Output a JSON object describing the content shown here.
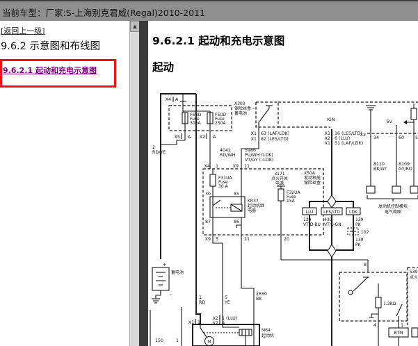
{
  "topbar": {
    "title": "当前车型：厂家:S-上海别克君威(Regal)2010-2011"
  },
  "sidebar": {
    "back_link": "[返回上一级]",
    "section": "9.6.2 示意图和布线图",
    "active": "9.6.2.1 起动和充电示意图"
  },
  "main": {
    "title": "9.6.2.1  起动和充电示意图",
    "subtitle": "起动"
  },
  "icons": {
    "scroll_up": "▲"
  },
  "colors": {
    "topbar_bg": "#8f8f8f",
    "highlight_red": "#ee1111",
    "link_purple": "#800080",
    "divider": "#3a3a3a"
  },
  "diagram": {
    "labels": {
      "pin_x4": "X4",
      "pin_x4_a": "A",
      "f6ud_1": "F6UD",
      "f6ud_2": "Fuse",
      "f6ud_3": "300A",
      "f5ud_1": "F5UD",
      "f5ud_2": "Fuse",
      "f5ud_3": "250A",
      "pin_x5": "X5",
      "pin_x5_a": "A",
      "pin_x2": "X2",
      "pin_x2_a": "A",
      "x300_1": "X300",
      "x300_2": "保险丝盒 –",
      "x300_3": "蓄电池",
      "w2_1": "2",
      "w2_2": "RD/YE",
      "w4042_1": "4042",
      "w4042_2": "RD/WH",
      "w5986_1": "5986",
      "w5986_2": "PU/WH (LDK)",
      "w5986_3": "VT/GY (–LDK)",
      "ignpin_c1": "X1",
      "ignpin_v1": "63 (LAF/LDK)",
      "ignpin_c2": "X1",
      "ignpin_v2": "82 (LE5/LTD)",
      "ign": "IGN",
      "ecmpin_c1": "X1",
      "ecmpin_v1": "16 (LE5/LTD)",
      "ecmpin_c2": "X2",
      "ecmpin_v2": "6 (LLU)",
      "ecmpin_c3": "X1",
      "ecmpin_v3": "51 (LAF/LDK)",
      "pin_x2b": "X2",
      "v5": "5V",
      "p34": "34",
      "p60": "60",
      "p5r": "5",
      "w8110_1": "8110",
      "w8110_2": "BK/GY",
      "w8109_1": "8109",
      "w8109_2": "GY/RD",
      "ecm_1": "发动机控制模块",
      "ecm_2": "电气简图",
      "x50a_1": "X50A",
      "x50a_2": "发动机舱",
      "x50a_3": "保险丝盒",
      "pin_x4b": "X4",
      "pin_1a": "1",
      "pin_x9a": "X9",
      "pin_11": "11",
      "f31_1": "F31UA",
      "f31_2": "Fuse",
      "f31_3": "30 A",
      "p30": "30",
      "p85": "85",
      "p87": "87",
      "p86": "86",
      "kr37_1": "KR37",
      "kr37_2": "起动机继",
      "kr37_3": "电器",
      "w3171_1": "3171",
      "w3171_2": "点火开关",
      "w3171_3": "电源",
      "f32_1": "F32UA",
      "f32_2": "Fuse",
      "f32_3": "15A",
      "pin_x9b": "X9",
      "p5b": "5",
      "p21": "21",
      "p20": "20",
      "c_llu": "LLU",
      "c_le5": "LE5/LTD",
      "c_ldk": "LDK",
      "w139a_1": "139",
      "w139a_2": "VT/D-BU",
      "w430_1": "430",
      "w430_2": "VT/L-GN",
      "w139b_1": "139",
      "w139b_2": "PK",
      "c102": ".102",
      "w139c_1": "139",
      "w139c_2": "PK",
      "batt": "蓄电池",
      "plus": "+",
      "minus": "−",
      "w1_1": "1",
      "w1_2": "RD",
      "w5_1": "5",
      "w5_2": "YE",
      "w2650_1": "2650",
      "w2650_2": "BK",
      "p150": "150",
      "p1b": "1",
      "pin_x1s": "X1",
      "pin_1s": "1",
      "pin_x2s1": "X2",
      "pin_x2s1v": "1 (LLU)",
      "pin_x2s2": "X2",
      "pin_x2s2v": "A",
      "m64_1": "M64",
      "m64_2": "起动机",
      "motor": "M",
      "p8": "8",
      "r12k": "1.2KΩ",
      "p4": "4",
      "p1c": "1",
      "btm": "BTM",
      "s39_1": "S39",
      "s39_2": "点火开关"
    }
  }
}
